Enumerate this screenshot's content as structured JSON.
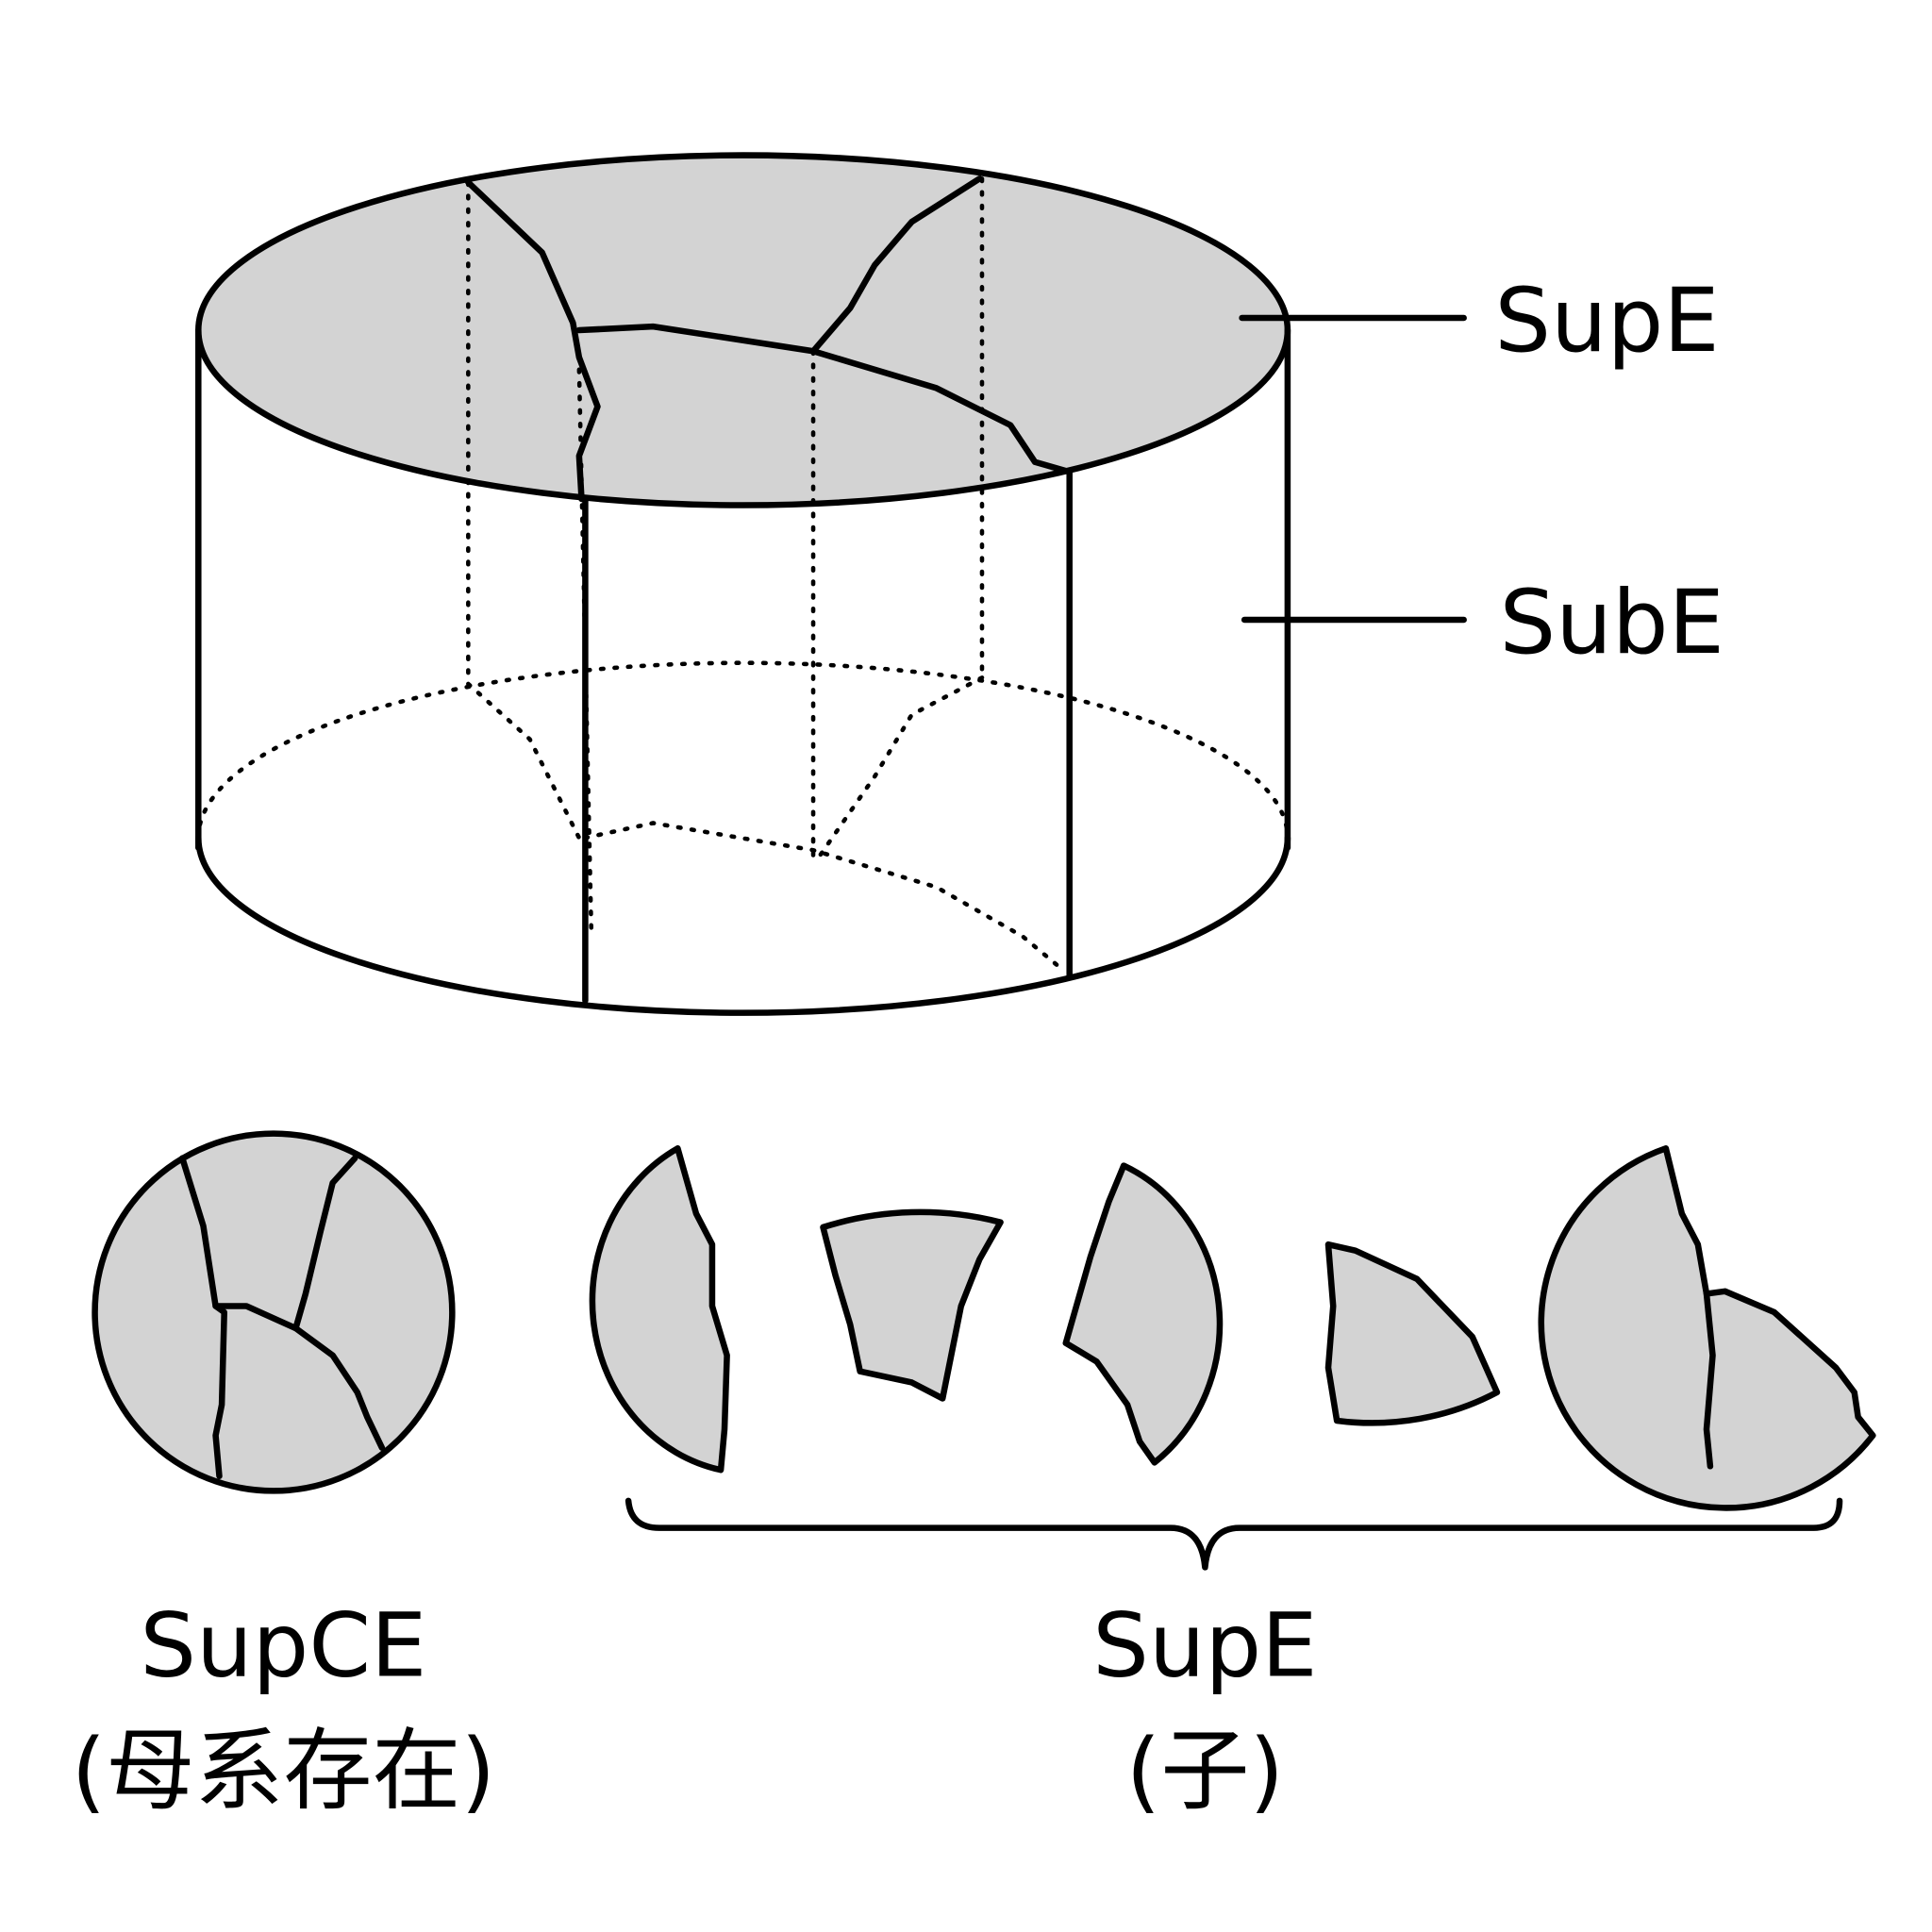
{
  "labels": {
    "top_cylinder": "SupE",
    "side_cylinder": "SubE",
    "whole_piece": "SupCE",
    "whole_piece_sub": "(母系存在)",
    "pieces": "SupE",
    "pieces_sub": "(子)"
  },
  "colors": {
    "fill": "#d3d3d3",
    "stroke": "#000000"
  }
}
